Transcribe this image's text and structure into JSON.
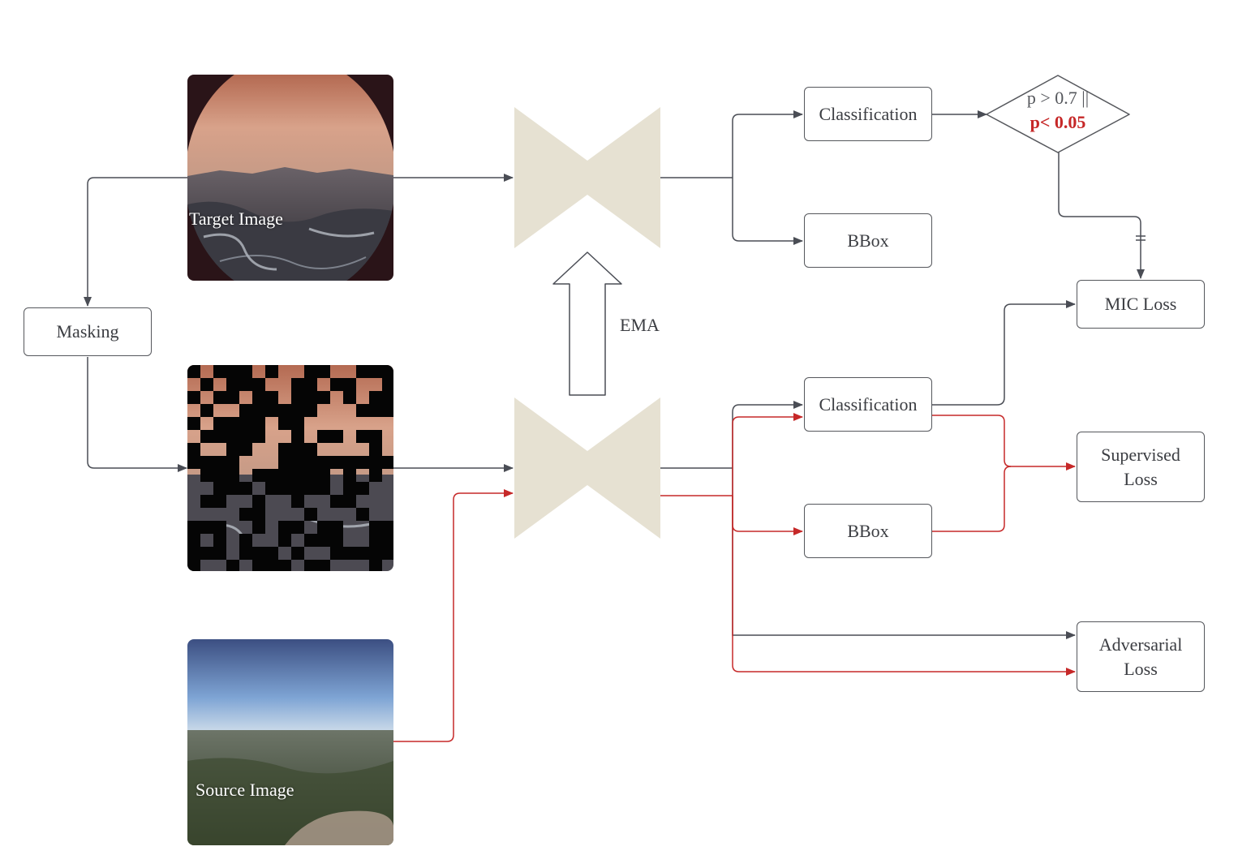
{
  "images": {
    "target": {
      "label": "Target Image"
    },
    "masked": {
      "label": ""
    },
    "source": {
      "label": "Source Image"
    }
  },
  "nodes": {
    "masking": "Masking",
    "classification_top": "Classification",
    "bbox_top": "BBox",
    "classification_bottom": "Classification",
    "bbox_bottom": "BBox",
    "mic_loss": "MIC Loss",
    "supervised_loss": "Supervised Loss",
    "adversarial_loss": "Adversarial Loss"
  },
  "decision": {
    "line1": "p > 0.7 ||",
    "line2": "p< 0.05"
  },
  "ema_label": "EMA",
  "colors": {
    "arrow_dark": "#4a4d55",
    "arrow_red": "#c62828",
    "model_fill": "#e6e1d2",
    "border": "#55575c"
  }
}
